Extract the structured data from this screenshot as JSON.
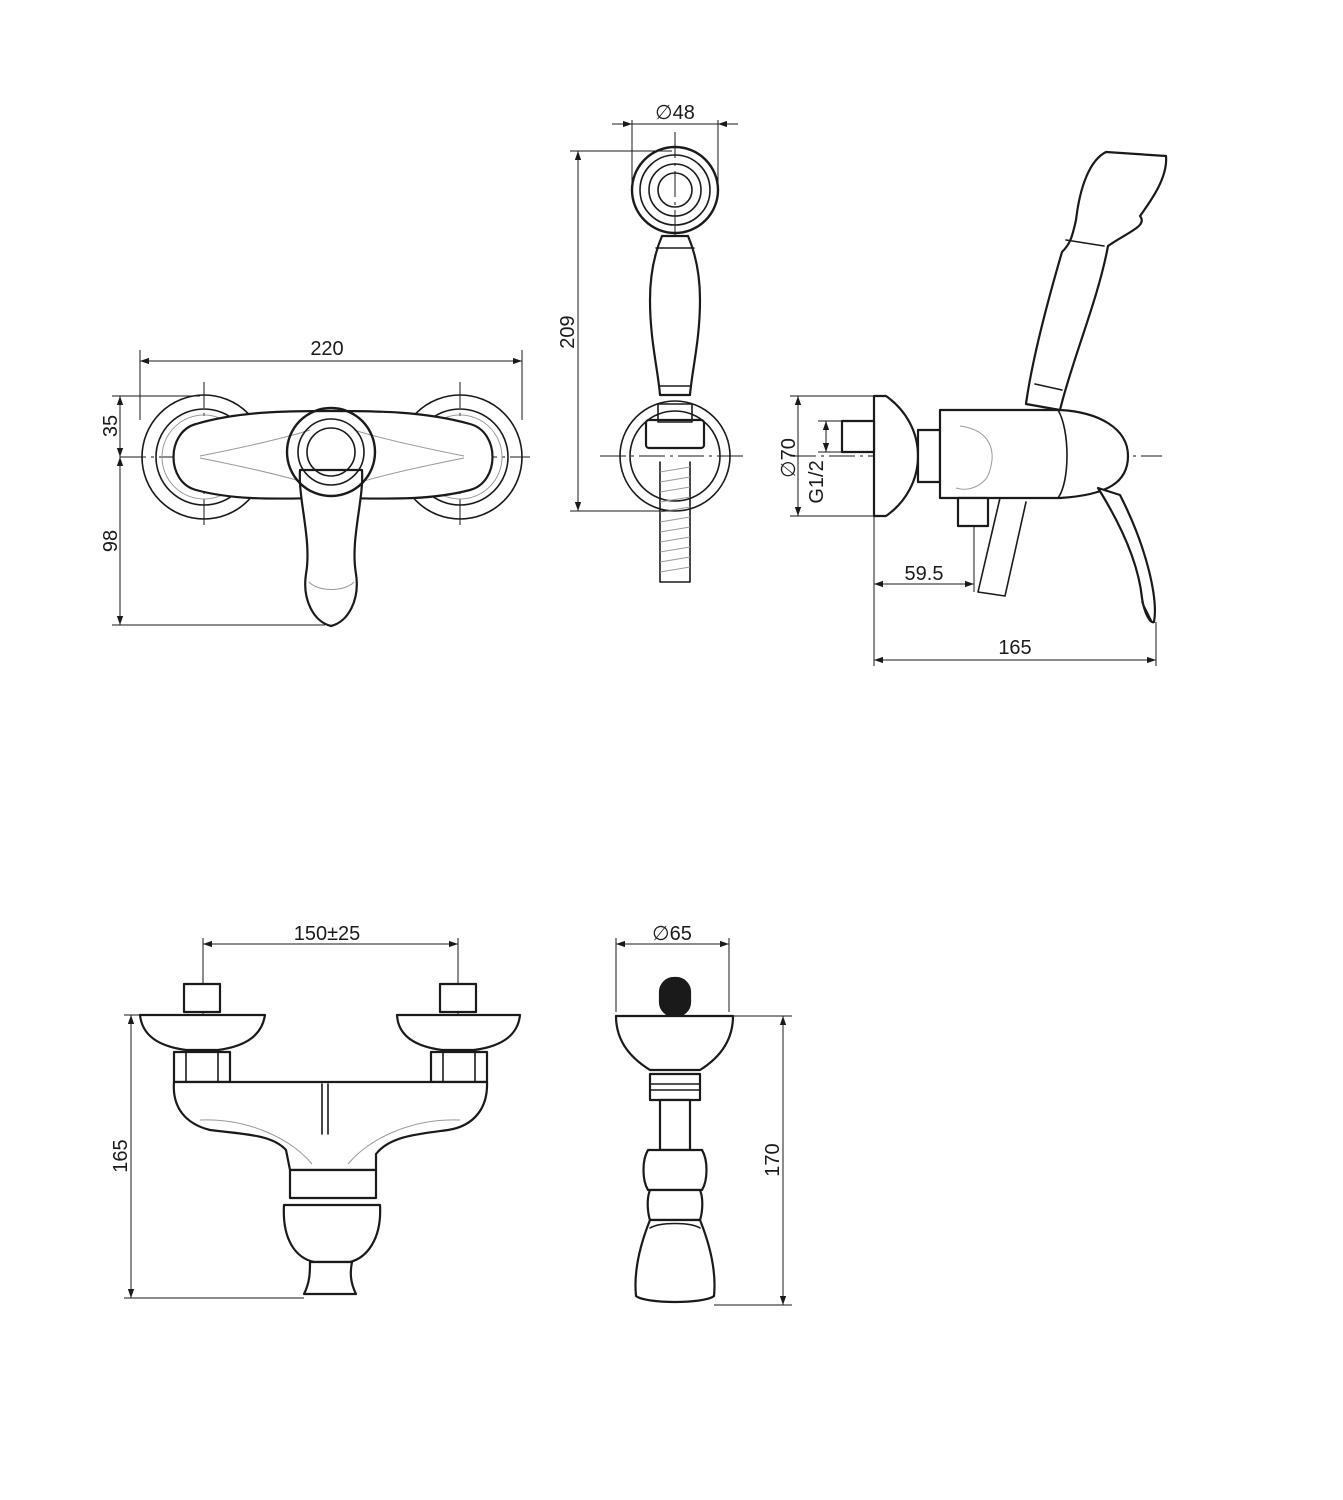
{
  "front_view": {
    "width_label": "220",
    "upper_height_label": "35",
    "lower_height_label": "98"
  },
  "handshower_view": {
    "diameter_label": "48",
    "height_label": "209"
  },
  "side_view": {
    "escutcheon_diameter_label": "70",
    "thread_label": "G1/2",
    "offset_label": "59.5",
    "depth_label": "165"
  },
  "top_view": {
    "center_distance_label": "150±25",
    "height_label": "165"
  },
  "end_view": {
    "diameter_label": "65",
    "height_label": "170"
  },
  "symbols": {
    "diameter": "∅"
  }
}
